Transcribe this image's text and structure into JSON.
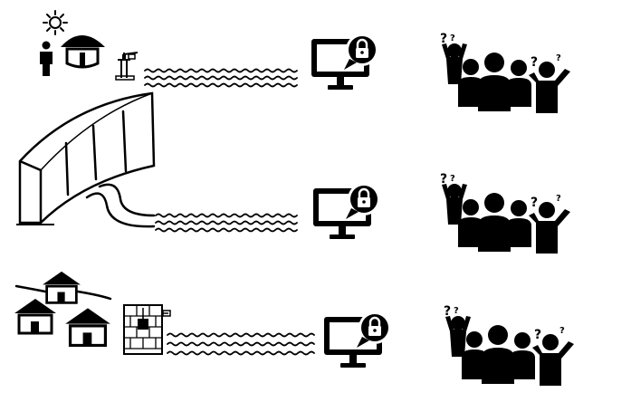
{
  "diagram": {
    "colors": {
      "ink": "#000000",
      "background": "#ffffff"
    },
    "question_mark": "?",
    "rows": [
      {
        "source_icons": [
          "sun-icon",
          "person-icon",
          "round-hut-icon",
          "hand-pump-icon"
        ],
        "link_icon": "wavy-flow-lines",
        "system_icon": "locked-computer-icon",
        "people_icon": "confused-crowd-icon"
      },
      {
        "source_icons": [
          "dam-icon",
          "outflow-pipe-icon"
        ],
        "link_icon": "wavy-flow-lines",
        "system_icon": "locked-computer-icon",
        "people_icon": "confused-crowd-icon"
      },
      {
        "source_icons": [
          "village-huts-icon",
          "water-well-icon"
        ],
        "link_icon": "wavy-flow-lines",
        "system_icon": "locked-computer-icon",
        "people_icon": "confused-crowd-icon"
      }
    ]
  }
}
